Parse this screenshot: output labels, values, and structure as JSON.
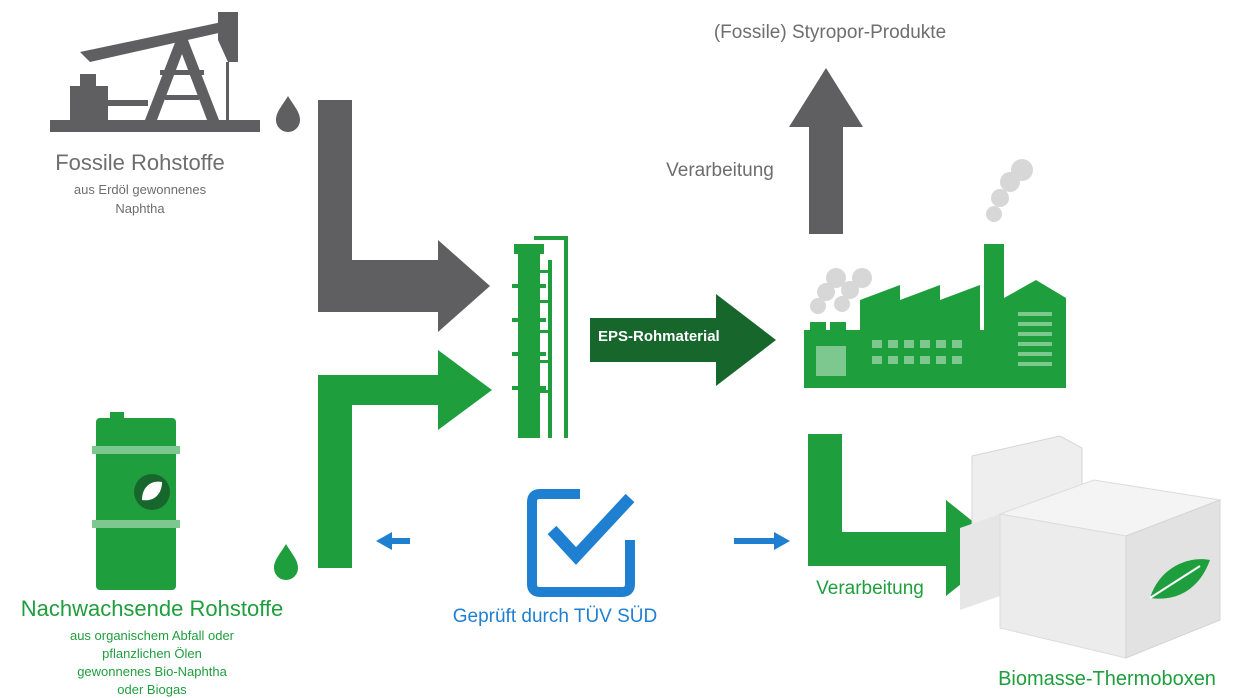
{
  "fossil": {
    "title": "Fossile Rohstoffe",
    "subtitle_line1": "aus Erdöl gewonnenes",
    "subtitle_line2": "Naphtha"
  },
  "products": {
    "label": "(Fossile) Styropor-Produkte"
  },
  "processing_top": {
    "label": "Verarbeitung"
  },
  "eps": {
    "label": "EPS-Rohmaterial"
  },
  "renewable": {
    "title": "Nachwachsende Rohstoffe",
    "subtitle_lines": [
      "aus organischem Abfall oder",
      "pflanzlichen Ölen",
      "gewonnenes Bio-Naphtha",
      "oder Biogas"
    ]
  },
  "certification": {
    "label": "Geprüft durch TÜV SÜD"
  },
  "processing_bottom": {
    "label": "Verarbeitung"
  },
  "biomass": {
    "label": "Biomasse-Thermoboxen"
  },
  "colors": {
    "fossil_grey": "#5f5f61",
    "green": "#1f9e3d",
    "dark_green": "#17672d",
    "blue": "#1f7fd1",
    "label_grey": "#6e6e70"
  },
  "icons": [
    "pumpjack-icon",
    "oil-drop-icon",
    "bio-barrel-icon",
    "leaf-icon",
    "distillation-column-icon",
    "factory-icon",
    "checkbox-check-icon",
    "styrofoam-box-icon"
  ]
}
